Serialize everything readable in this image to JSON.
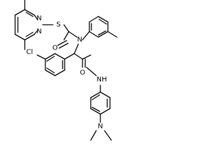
{
  "structure": {
    "atoms": {
      "sulfur": "S",
      "pyrimidine_n_upper": "N",
      "pyrimidine_n_lower": "N",
      "carbonyl_o_upper": "O",
      "amide_n_tertiary": "N",
      "chlorine": "Cl",
      "carbonyl_o_lower": "O",
      "amide_nh": "NH",
      "dimethylamino_n": "N"
    },
    "colors": {
      "bond": "#000000",
      "label": "#000000",
      "background": "#ffffff"
    }
  }
}
